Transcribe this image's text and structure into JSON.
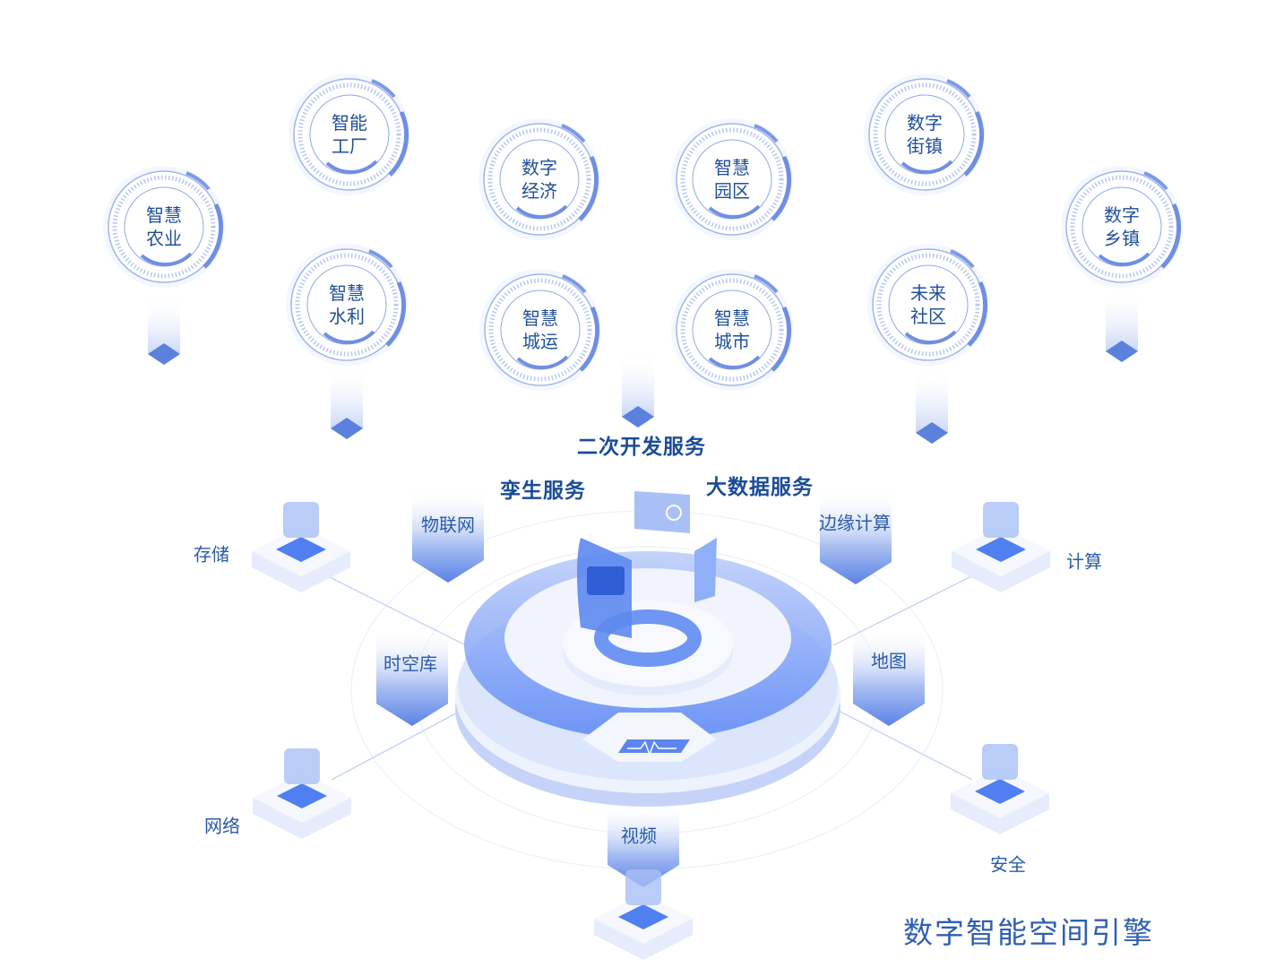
{
  "badges": [
    {
      "line1": "智慧",
      "line2": "农业"
    },
    {
      "line1": "智能",
      "line2": "工厂"
    },
    {
      "line1": "智慧",
      "line2": "水利"
    },
    {
      "line1": "数字",
      "line2": "经济"
    },
    {
      "line1": "智慧",
      "line2": "城运"
    },
    {
      "line1": "智慧",
      "line2": "园区"
    },
    {
      "line1": "智慧",
      "line2": "城市"
    },
    {
      "line1": "数字",
      "line2": "街镇"
    },
    {
      "line1": "未来",
      "line2": "社区"
    },
    {
      "line1": "数字",
      "line2": "乡镇"
    }
  ],
  "services": {
    "secondary_dev": "二次开发服务",
    "twin": "孪生服务",
    "big_data": "大数据服务"
  },
  "modules": [
    "物联网",
    "边缘计算",
    "时空库",
    "地图",
    "视频"
  ],
  "infra": [
    "存储",
    "计算",
    "网络",
    "安全"
  ],
  "title": "数字智能空间引擎",
  "colors": {
    "primary": "#4f7ff0",
    "dark_text": "#1b4c96",
    "light": "#dfe7fb"
  }
}
